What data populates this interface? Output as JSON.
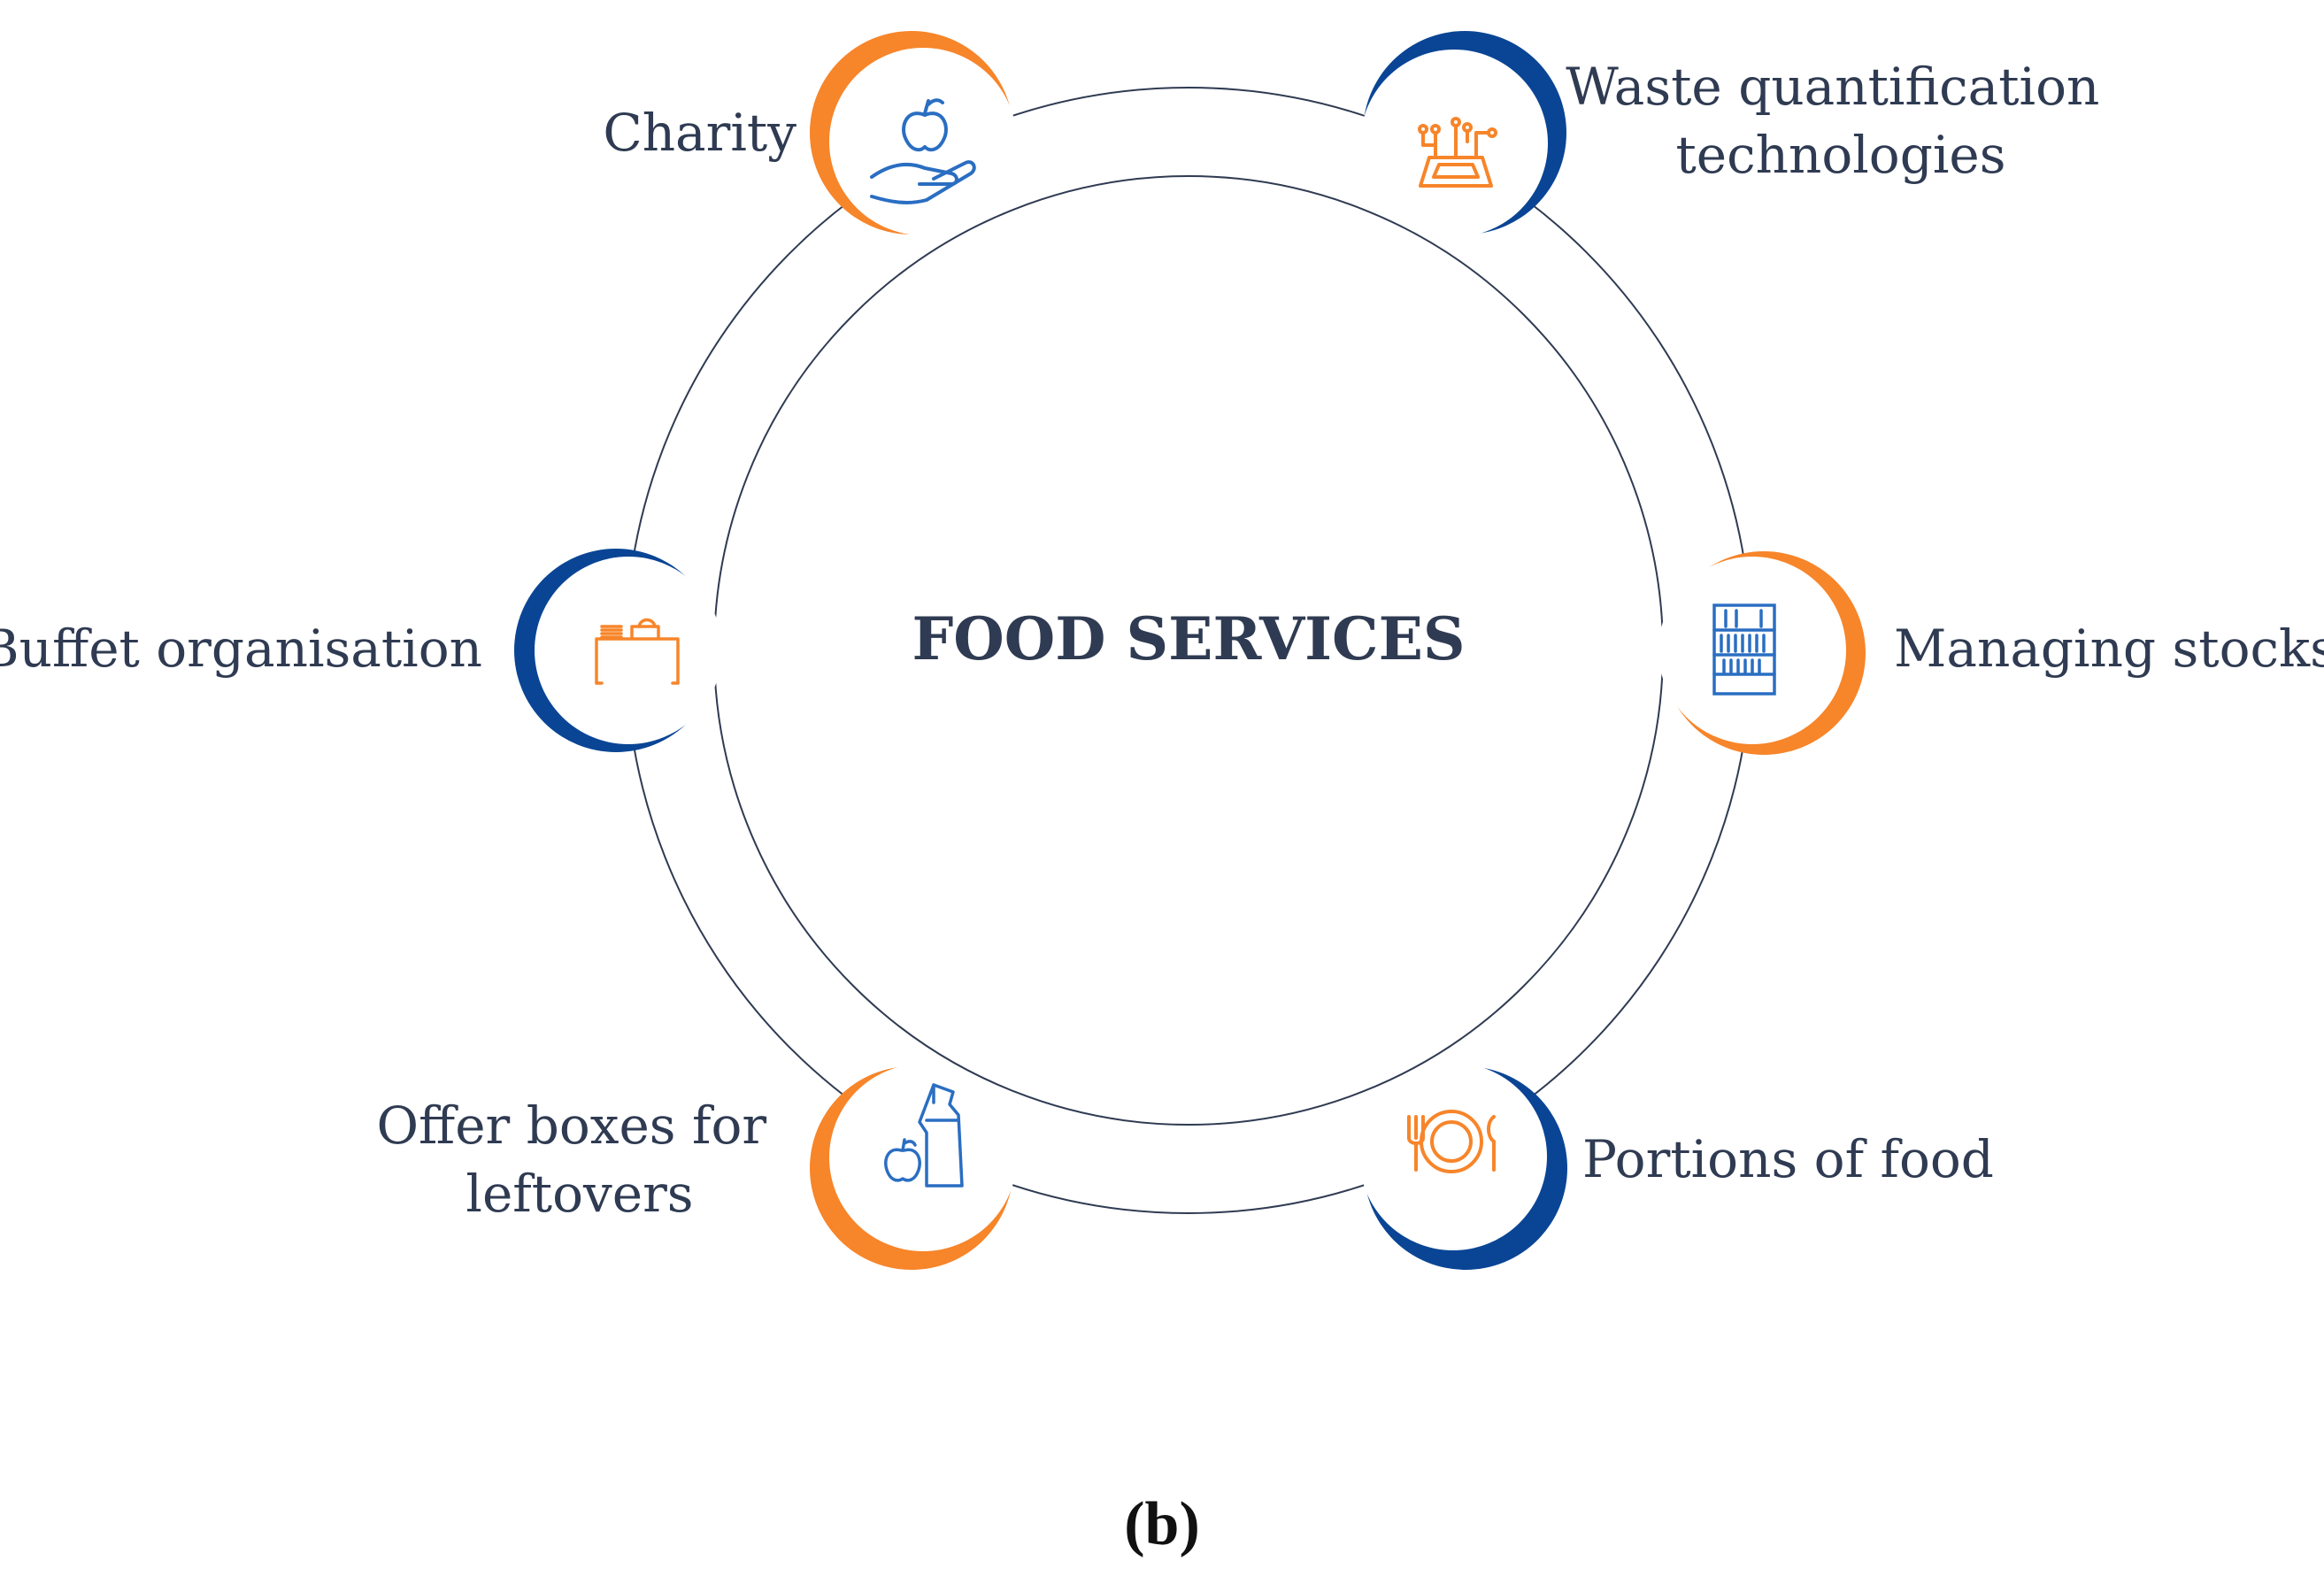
{
  "center_title": "FOOD SERVICES",
  "caption": "(b)",
  "colors": {
    "blue": "#0a4595",
    "orange": "#f7852a",
    "ring": "#2f3b52",
    "text": "#2f3b52"
  },
  "nodes": [
    {
      "id": "charity",
      "label_lines": [
        "Charity"
      ],
      "accent": "orange",
      "icon": "hand-apple-icon"
    },
    {
      "id": "waste",
      "label_lines": [
        "Waste quantification",
        "technologies"
      ],
      "accent": "blue",
      "icon": "circuit-tablet-icon"
    },
    {
      "id": "stocks",
      "label_lines": [
        "Managing stocks"
      ],
      "accent": "orange",
      "icon": "shelf-icon"
    },
    {
      "id": "portions",
      "label_lines": [
        "Portions of food"
      ],
      "accent": "blue",
      "icon": "plate-cutlery-icon"
    },
    {
      "id": "boxes",
      "label_lines": [
        "Offer boxes for",
        "leftovers"
      ],
      "accent": "orange",
      "icon": "bag-apple-icon"
    },
    {
      "id": "buffet",
      "label_lines": [
        "Buffet organisation"
      ],
      "accent": "blue",
      "icon": "buffet-table-icon"
    }
  ]
}
